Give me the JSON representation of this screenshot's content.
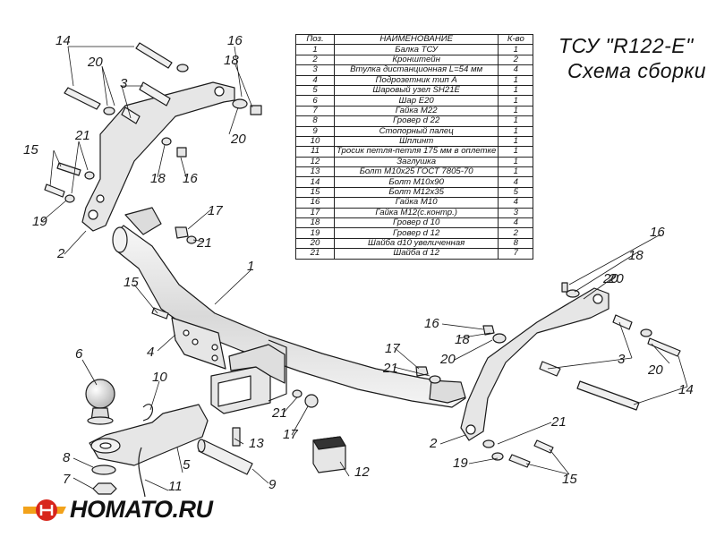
{
  "header": {
    "title_line1": "ТСУ \"R122-E\"",
    "title_line2": "Схема сборки"
  },
  "table": {
    "headers": {
      "pos": "Поз.",
      "name": "НАИМЕНОВАНИЕ",
      "qty": "К-во"
    },
    "rows": [
      {
        "pos": "1",
        "name": "Балка ТСУ",
        "qty": "1"
      },
      {
        "pos": "2",
        "name": "Кронштейн",
        "qty": "2"
      },
      {
        "pos": "3",
        "name": "Втулка дистанционная L=54 мм",
        "qty": "4"
      },
      {
        "pos": "4",
        "name": "Подрозетник тип А",
        "qty": "1"
      },
      {
        "pos": "5",
        "name": "Шаровый узел SH21E",
        "qty": "1"
      },
      {
        "pos": "6",
        "name": "Шар Е20",
        "qty": "1"
      },
      {
        "pos": "7",
        "name": "Гайка М22",
        "qty": "1"
      },
      {
        "pos": "8",
        "name": "Гровер d 22",
        "qty": "1"
      },
      {
        "pos": "9",
        "name": "Стопорный палец",
        "qty": "1"
      },
      {
        "pos": "10",
        "name": "Шплинт",
        "qty": "1"
      },
      {
        "pos": "11",
        "name": "Тросик петля-петля 175 мм в оплетке",
        "qty": "1"
      },
      {
        "pos": "12",
        "name": "Заглушка",
        "qty": "1"
      },
      {
        "pos": "13",
        "name": "Болт М10х25 ГОСТ 7805-70",
        "qty": "1"
      },
      {
        "pos": "14",
        "name": "Болт  М10х90",
        "qty": "4"
      },
      {
        "pos": "15",
        "name": "Болт  М12х35",
        "qty": "5"
      },
      {
        "pos": "16",
        "name": "Гайка М10",
        "qty": "4"
      },
      {
        "pos": "17",
        "name": "Гайка М12(с.контр.)",
        "qty": "3"
      },
      {
        "pos": "18",
        "name": "Гровер d 10",
        "qty": "4"
      },
      {
        "pos": "19",
        "name": "Гровер d 12",
        "qty": "2"
      },
      {
        "pos": "20",
        "name": "Шайба d10 увеличенная",
        "qty": "8"
      },
      {
        "pos": "21",
        "name": "Шайба d 12",
        "qty": "7"
      }
    ]
  },
  "callouts": [
    "14",
    "20",
    "3",
    "16",
    "18",
    "20",
    "21",
    "15",
    "19",
    "2",
    "18",
    "16",
    "17",
    "21",
    "1",
    "15",
    "4",
    "6",
    "10",
    "8",
    "7",
    "5",
    "11",
    "13",
    "9",
    "21",
    "17",
    "12",
    "16",
    "18",
    "20",
    "17",
    "21",
    "20",
    "16",
    "18",
    "20",
    "3",
    "20",
    "14",
    "21",
    "15",
    "19",
    "2"
  ],
  "logo": {
    "text": "HOMATO.RU"
  },
  "colors": {
    "ink": "#1a1a1a",
    "part_fill": "#e6e6e6",
    "logo_red": "#d8261c",
    "logo_orange": "#f2a21b"
  }
}
